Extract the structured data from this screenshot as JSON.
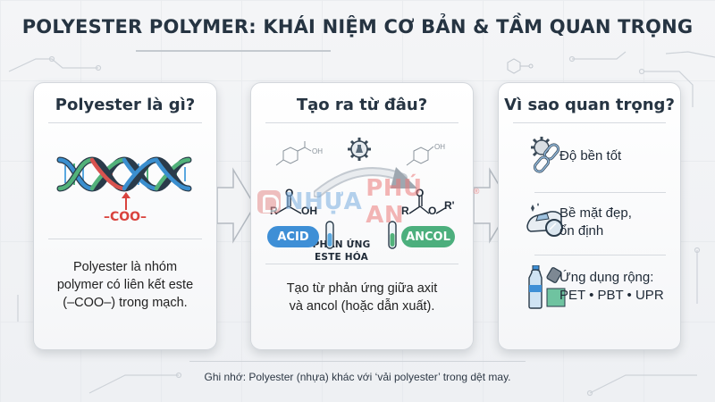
{
  "title": "POLYESTER POLYMER: KHÁI NIỆM CƠ BẢN & TẦM QUAN TRỌNG",
  "colors": {
    "title": "#263442",
    "ester_red": "#d9433e",
    "acid_blue": "#3e8fd6",
    "ancol_green": "#4caf7d",
    "helix_blue": "#3b8fcf",
    "helix_green": "#52b27a",
    "helix_red": "#d9534f",
    "watermark_blue": "#7aaee0",
    "watermark_red": "#ec7b7b"
  },
  "cards": [
    {
      "title": "Polyester là gì?",
      "illustration": "dna-helix-icon",
      "annotation": "–COO–",
      "description_lines": [
        "Polyester là nhóm",
        "polymer có liên kết este",
        "(–COO–) trong mạch."
      ]
    },
    {
      "title": "Tạo ra từ đâu?",
      "reaction": {
        "reactant_left": {
          "structure": "R–C(=O)–OH",
          "R": "R",
          "O": "O",
          "OH": "OH",
          "tag": "ACID"
        },
        "reactant_right": {
          "structure": "R–C(=O)–O–R'",
          "R": "R",
          "O": "O",
          "OR": "R'",
          "tag": "ANCOL"
        },
        "gear_icon": "flask-gear-icon",
        "label_lines": [
          "PHẢN ỨNG",
          "ESTE HÓA"
        ],
        "small_left_label": "OH",
        "small_right_label": "OH"
      },
      "description_lines": [
        "Tạo từ phản ứng giữa axit",
        "và ancol (hoặc dẫn xuất)."
      ]
    },
    {
      "title": "Vì sao quan trọng?",
      "benefits": [
        {
          "icon": "gear-broken-chain-icon",
          "lines": [
            "Độ bền tốt"
          ]
        },
        {
          "icon": "car-lens-icon",
          "lines": [
            "Bề mặt đẹp,",
            "ổn định"
          ]
        },
        {
          "icon": "bottle-connector-fiber-icon",
          "lines": [
            "Ứng dụng rộng:",
            "PET • PBT • UPR"
          ]
        }
      ]
    }
  ],
  "watermark": {
    "part1": "NHỰA",
    "part2": "PHÚ AN",
    "reg": "®"
  },
  "footer": "Ghi nhớ: Polyester (nhựa) khác với ‘vải polyester’ trong dệt may."
}
